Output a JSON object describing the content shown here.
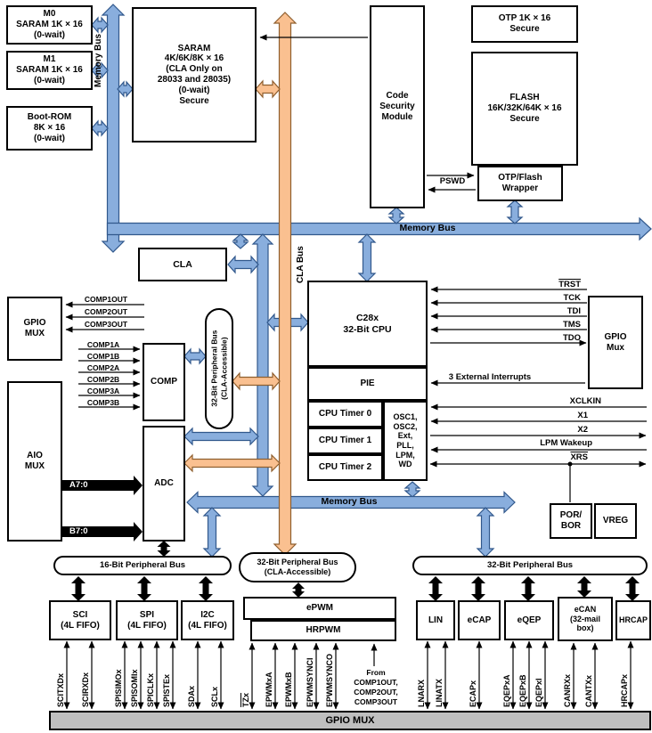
{
  "colors": {
    "bus_blue": "#89AEDD",
    "bus_blue_stroke": "#31588C",
    "bus_orange": "#FAC090",
    "bus_orange_stroke": "#8F5F2F",
    "black": "#000000",
    "gpio_bar": "#BFBFBF"
  },
  "blocks": {
    "m0": "M0\nSARAM 1K × 16\n(0-wait)",
    "m1": "M1\nSARAM 1K × 16\n(0-wait)",
    "bootrom": "Boot-ROM\n8K × 16\n(0-wait)",
    "saram": "SARAM\n4K/6K/8K × 16\n(CLA Only on\n28033 and 28035)\n(0-wait)\nSecure",
    "code_security": "Code\nSecurity\nModule",
    "otp": "OTP 1K × 16\nSecure",
    "flash": "FLASH\n16K/32K/64K × 16\nSecure",
    "otp_wrapper": "OTP/Flash\nWrapper",
    "cla": "CLA",
    "cpu": "C28x\n32-Bit CPU",
    "pie": "PIE",
    "timer0": "CPU Timer 0",
    "timer1": "CPU Timer 1",
    "timer2": "CPU Timer 2",
    "osc": "OSC1,\nOSC2,\nExt,\nPLL,\nLPM,\nWD",
    "gpio_mux_right": "GPIO\nMux",
    "gpio_mux_left": "GPIO\nMUX",
    "aio_mux": "AIO\nMUX",
    "comp": "COMP",
    "adc": "ADC",
    "por_bor": "POR/\nBOR",
    "vreg": "VREG",
    "sci": "SCI\n(4L FIFO)",
    "spi": "SPI\n(4L FIFO)",
    "i2c": "I2C\n(4L FIFO)",
    "epwm": "ePWM",
    "hrpwm": "HRPWM",
    "lin": "LIN",
    "ecap": "eCAP",
    "eqep": "eQEP",
    "ecan": "eCAN\n(32-mail\nbox)",
    "hrcap": "HRCAP",
    "gpio_mux_bottom": "GPIO MUX"
  },
  "buses": {
    "memory_bus_vertical": "Memory Bus",
    "memory_bus_top": "Memory Bus",
    "memory_bus_lower": "Memory Bus",
    "cla_bus": "CLA Bus",
    "periph16": "16-Bit Peripheral Bus",
    "periph32_cla": "32-Bit Peripheral Bus\n(CLA-Accessible)",
    "periph32_cla_vertical": "32-Bit Peripheral Bus\n(CLA-Accessible)",
    "periph32": "32-Bit Peripheral Bus"
  },
  "signals": {
    "pswd": "PSWD",
    "comp_out": [
      "COMP1OUT",
      "COMP2OUT",
      "COMP3OUT"
    ],
    "comp_in": [
      "COMP1A",
      "COMP1B",
      "COMP2A",
      "COMP2B",
      "COMP3A",
      "COMP3B"
    ],
    "a_bus": "A7:0",
    "b_bus": "B7:0",
    "jtag": [
      "TRST",
      "TCK",
      "TDI",
      "TMS",
      "TDO"
    ],
    "ext_interrupts": "3 External Interrupts",
    "clocks": [
      "XCLKIN",
      "X1",
      "X2",
      "LPM Wakeup",
      "XRS"
    ],
    "from_comp": "From\nCOMP1OUT,\nCOMP2OUT,\nCOMP3OUT",
    "bottom": [
      "SCITXDx",
      "SCIRXDx",
      "SPISIMOx",
      "SPISOMIx",
      "SPICLKx",
      "SPISTEx",
      "SDAx",
      "SCLx",
      "TZx",
      "EPWMxA",
      "EPWMxB",
      "EPWMSYNCI",
      "EPWMSYNCO",
      "LNARX",
      "LINATX",
      "ECAPx",
      "EQEPxA",
      "EQEPxB",
      "EQEPxI",
      "CANRXx",
      "CANTXx",
      "HRCAPx"
    ]
  }
}
